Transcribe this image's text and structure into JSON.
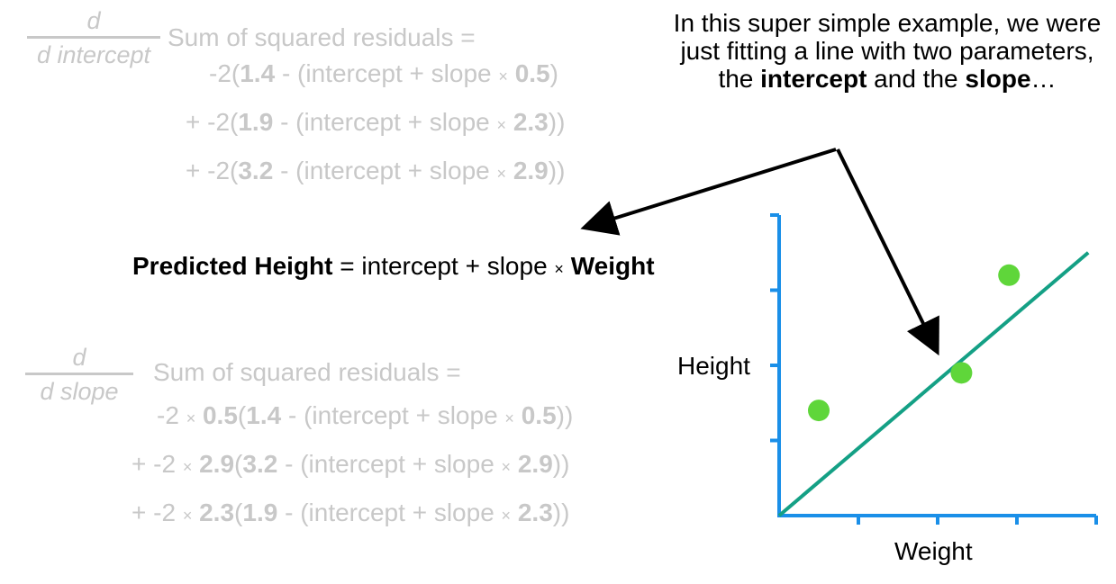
{
  "top_derivative": {
    "frac_num": "d",
    "frac_den": "d intercept",
    "heading": "Sum of squared residuals =",
    "terms": [
      {
        "prefix": "-2(",
        "a": "1.4",
        "mid": " - (intercept + slope ",
        "x": "×",
        "b": "0.5",
        "suffix": ")"
      },
      {
        "prefix": "+ -2(",
        "a": "1.9",
        "mid": " - (intercept + slope ",
        "x": "×",
        "b": "2.3",
        "suffix": "))"
      },
      {
        "prefix": "+ -2(",
        "a": "3.2",
        "mid": " - (intercept + slope ",
        "x": "×",
        "b": "2.9",
        "suffix": "))"
      }
    ]
  },
  "bottom_derivative": {
    "frac_num": "d",
    "frac_den": "d slope",
    "heading": "Sum of squared residuals =",
    "terms": [
      {
        "prefix": "-2 ",
        "x1": "×",
        "w": "0.5",
        "open": "(",
        "a": "1.4",
        "mid": " - (intercept + slope ",
        "x2": "×",
        "b": "0.5",
        "suffix": "))"
      },
      {
        "prefix": "+ -2 ",
        "x1": "×",
        "w": "2.9",
        "open": "(",
        "a": "3.2",
        "mid": " - (intercept + slope ",
        "x2": "×",
        "b": "2.9",
        "suffix": "))"
      },
      {
        "prefix": "+ -2 ",
        "x1": "×",
        "w": "2.3",
        "open": "(",
        "a": "1.9",
        "mid": " - (intercept + slope ",
        "x2": "×",
        "b": "2.3",
        "suffix": "))"
      }
    ]
  },
  "main_equation": {
    "lhs": "Predicted Height",
    "mid": " = intercept + slope ",
    "x": "×",
    "rhs": " Weight"
  },
  "note": {
    "pre": "In this super simple example, we were just fitting a line with two parameters, the ",
    "bold1": "intercept",
    "between": " and the ",
    "bold2": "slope",
    "post": "…"
  },
  "plot": {
    "ylabel": "Height",
    "xlabel": "Weight",
    "points": [
      {
        "x": 0.5,
        "y": 1.4
      },
      {
        "x": 2.3,
        "y": 1.9
      },
      {
        "x": 2.9,
        "y": 3.2
      }
    ],
    "fit_line": {
      "x": [
        0,
        3.9
      ],
      "y": [
        0,
        3.5
      ]
    },
    "xlim": [
      0,
      4
    ],
    "ylim": [
      0,
      4
    ],
    "axis_color": "#1a8fe8",
    "line_color": "#14a085",
    "point_color": "#5fd63a"
  }
}
